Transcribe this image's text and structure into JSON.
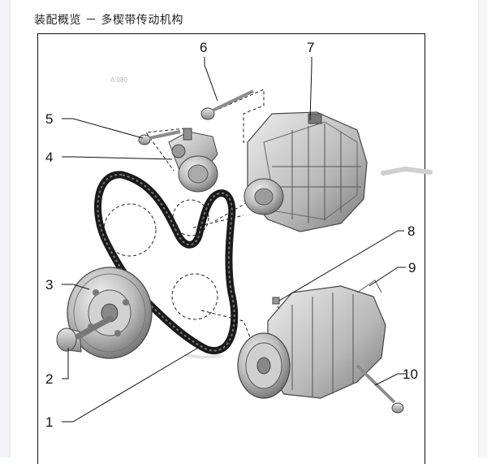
{
  "header": {
    "title": "装配概览 － 多楔带传动机构"
  },
  "diagram": {
    "code": "A:080",
    "callouts": [
      "1",
      "2",
      "3",
      "4",
      "5",
      "6",
      "7",
      "8",
      "9",
      "10"
    ]
  }
}
